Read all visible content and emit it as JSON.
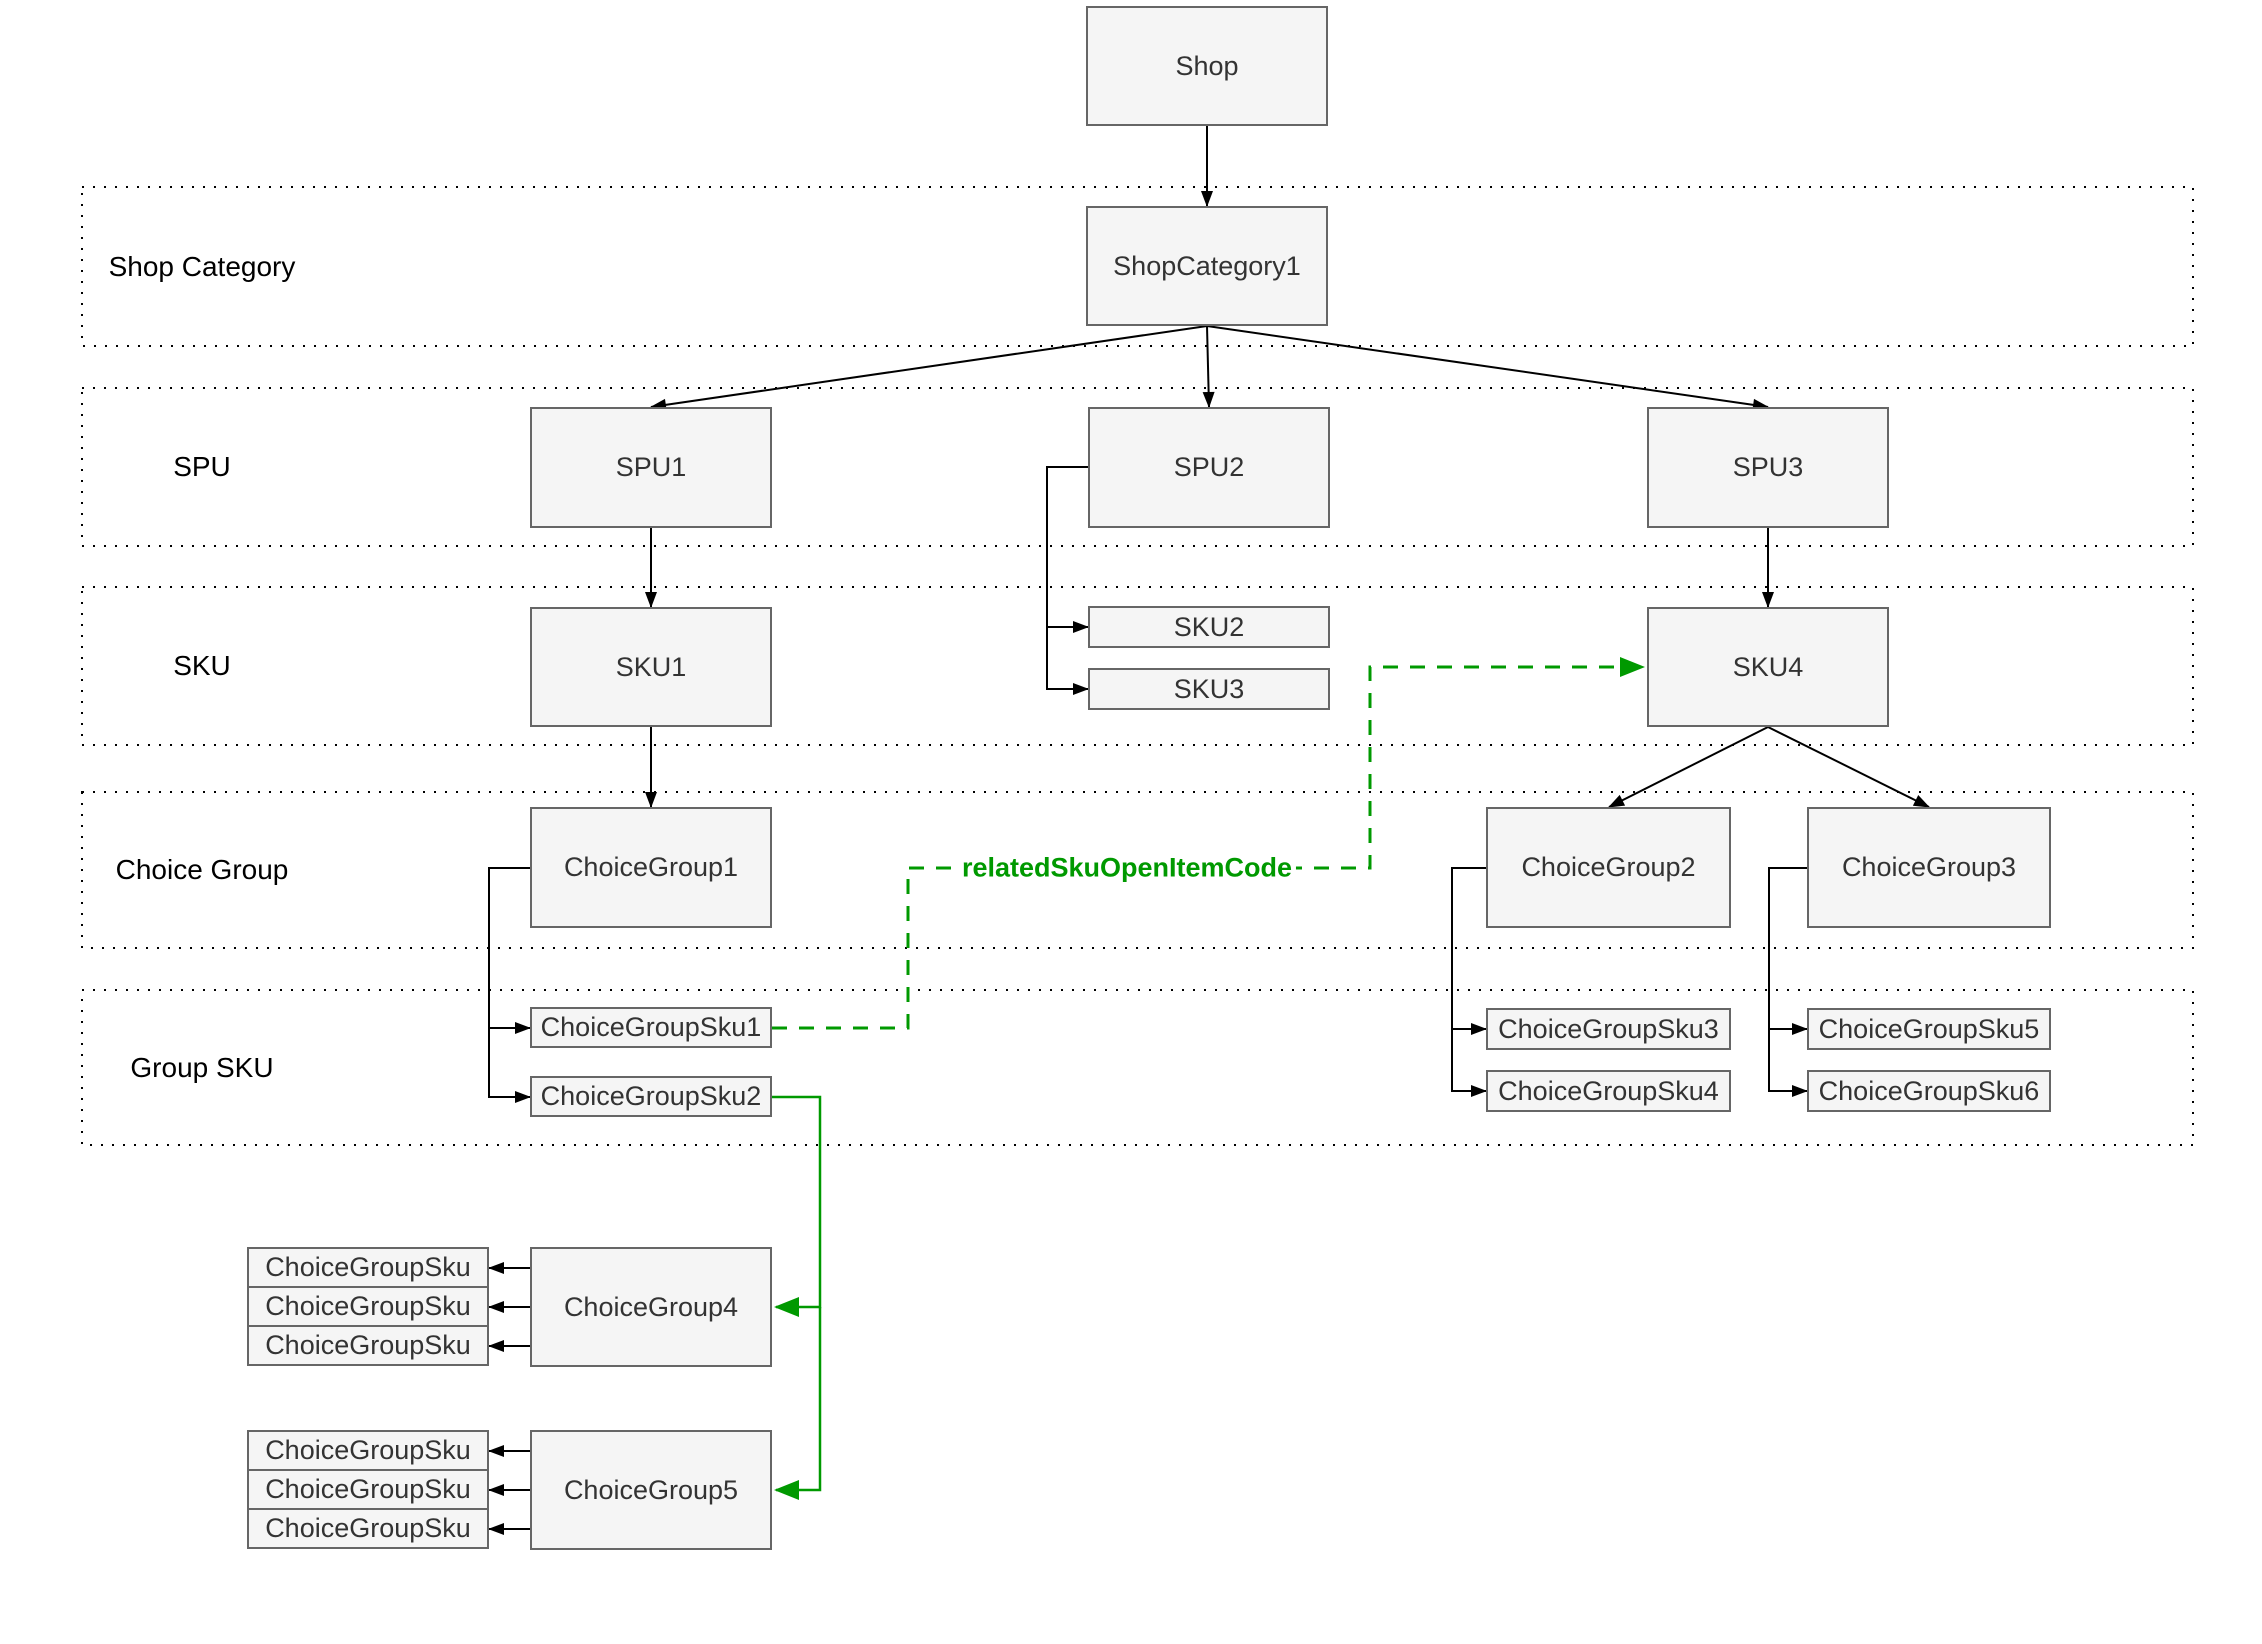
{
  "diagram": {
    "lanes": [
      {
        "label": "Shop Category"
      },
      {
        "label": "SPU"
      },
      {
        "label": "SKU"
      },
      {
        "label": "Choice Group"
      },
      {
        "label": "Group SKU"
      }
    ],
    "nodes": {
      "shop": {
        "label": "Shop"
      },
      "shop_category1": {
        "label": "ShopCategory1"
      },
      "spu1": {
        "label": "SPU1"
      },
      "spu2": {
        "label": "SPU2"
      },
      "spu3": {
        "label": "SPU3"
      },
      "sku1": {
        "label": "SKU1"
      },
      "sku2": {
        "label": "SKU2"
      },
      "sku3": {
        "label": "SKU3"
      },
      "sku4": {
        "label": "SKU4"
      },
      "choice_group1": {
        "label": "ChoiceGroup1"
      },
      "choice_group2": {
        "label": "ChoiceGroup2"
      },
      "choice_group3": {
        "label": "ChoiceGroup3"
      },
      "choice_group4": {
        "label": "ChoiceGroup4"
      },
      "choice_group5": {
        "label": "ChoiceGroup5"
      },
      "choice_group_sku1": {
        "label": "ChoiceGroupSku1"
      },
      "choice_group_sku2": {
        "label": "ChoiceGroupSku2"
      },
      "choice_group_sku3": {
        "label": "ChoiceGroupSku3"
      },
      "choice_group_sku4": {
        "label": "ChoiceGroupSku4"
      },
      "choice_group_sku5": {
        "label": "ChoiceGroupSku5"
      },
      "choice_group_sku6": {
        "label": "ChoiceGroupSku6"
      },
      "generic_choice_group_sku": {
        "label": "ChoiceGroupSku"
      }
    },
    "edge_labels": {
      "related_sku_open_item_code": "relatedSkuOpenItemCode"
    },
    "colors": {
      "node_fill": "#f5f5f5",
      "node_border": "#666666",
      "edge": "#000000",
      "green_edge": "#009900",
      "lane_border": "#000000"
    }
  }
}
